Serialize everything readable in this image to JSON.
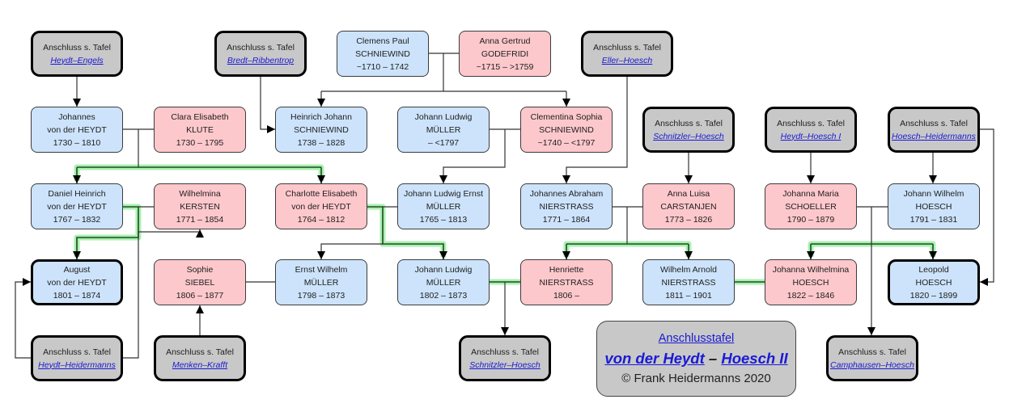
{
  "legend": {
    "heading": "Anschlusstafel",
    "family_a": "von der Heydt",
    "separator": "–",
    "family_b": "Hoesch II",
    "copyright": "© Frank Heidermanns 2020"
  },
  "colors": {
    "male_fill": "#cce3fb",
    "female_fill": "#fdc8cc",
    "reference_fill": "#c8c8c8",
    "link": "#1a1ad6",
    "lineage_highlight": "#a8f0b0"
  },
  "persons": [
    {
      "given": "Johannes",
      "surname": "von der HEYDT",
      "dates": "1730 – 1810",
      "sex": "m"
    },
    {
      "given": "Clara Elisabeth",
      "surname": "KLUTE",
      "dates": "1730 – 1795",
      "sex": "f"
    },
    {
      "given": "Clemens Paul",
      "surname": "SCHNIEWIND",
      "dates": "~1710 – 1742",
      "sex": "m"
    },
    {
      "given": "Anna Gertrud",
      "surname": "GODEFRIDI",
      "dates": "~1715 – >1759",
      "sex": "f"
    },
    {
      "given": "Heinrich Johann",
      "surname": "SCHNIEWIND",
      "dates": "1738 – 1828",
      "sex": "m"
    },
    {
      "given": "Johann Ludwig",
      "surname": "MÜLLER",
      "dates": "– <1797",
      "sex": "m"
    },
    {
      "given": "Clementina Sophia",
      "surname": "SCHNIEWIND",
      "dates": "~1740 – <1797",
      "sex": "f"
    },
    {
      "given": "Daniel Heinrich",
      "surname": "von der HEYDT",
      "dates": "1767 – 1832",
      "sex": "m"
    },
    {
      "given": "Wilhelmina",
      "surname": "KERSTEN",
      "dates": "1771 – 1854",
      "sex": "f"
    },
    {
      "given": "Charlotte Elisabeth",
      "surname": "von der HEYDT",
      "dates": "1764 – 1812",
      "sex": "f"
    },
    {
      "given": "Johann Ludwig Ernst",
      "surname": "MÜLLER",
      "dates": "1765 – 1813",
      "sex": "m"
    },
    {
      "given": "Johannes Abraham",
      "surname": "NIERSTRASS",
      "dates": "1771 – 1864",
      "sex": "m"
    },
    {
      "given": "Anna Luisa",
      "surname": "CARSTANJEN",
      "dates": "1773 – 1826",
      "sex": "f"
    },
    {
      "given": "Johanna Maria",
      "surname": "SCHOELLER",
      "dates": "1790 – 1879",
      "sex": "f"
    },
    {
      "given": "Johann Wilhelm",
      "surname": "HOESCH",
      "dates": "1791 – 1831",
      "sex": "m"
    },
    {
      "given": "August",
      "surname": "von der HEYDT",
      "dates": "1801 – 1874",
      "sex": "m"
    },
    {
      "given": "Sophie",
      "surname": "SIEBEL",
      "dates": "1806 – 1877",
      "sex": "f"
    },
    {
      "given": "Ernst Wilhelm",
      "surname": "MÜLLER",
      "dates": "1798 – 1873",
      "sex": "m"
    },
    {
      "given": "Johann Ludwig",
      "surname": "MÜLLER",
      "dates": "1802 – 1873",
      "sex": "m"
    },
    {
      "given": "Henriette",
      "surname": "NIERSTRASS",
      "dates": "1806 –",
      "sex": "f"
    },
    {
      "given": "Wilhelm Arnold",
      "surname": "NIERSTRASS",
      "dates": "1811 – 1901",
      "sex": "m"
    },
    {
      "given": "Johanna Wilhelmina",
      "surname": "HOESCH",
      "dates": "1822 – 1846",
      "sex": "f"
    },
    {
      "given": "Leopold",
      "surname": "HOESCH",
      "dates": "1820 – 1899",
      "sex": "m"
    }
  ],
  "refs": [
    {
      "label": "Anschluss s. Tafel",
      "link": "Heydt–Engels"
    },
    {
      "label": "Anschluss s. Tafel",
      "link": "Bredt–Ribbentrop"
    },
    {
      "label": "Anschluss s. Tafel",
      "link": "Eller–Hoesch"
    },
    {
      "label": "Anschluss s. Tafel",
      "link": "Schnitzler–Hoesch"
    },
    {
      "label": "Anschluss s. Tafel",
      "link": "Heydt–Hoesch I"
    },
    {
      "label": "Anschluss s. Tafel",
      "link": "Hoesch–Heidermanns"
    },
    {
      "label": "Anschluss s. Tafel",
      "link": "Heydt–Heidermanns"
    },
    {
      "label": "Anschluss s. Tafel",
      "link": "Menken–Krafft"
    },
    {
      "label": "Anschluss s. Tafel",
      "link": "Schnitzler–Hoesch"
    },
    {
      "label": "Anschluss s. Tafel",
      "link": "Camphausen–Hoesch"
    }
  ]
}
